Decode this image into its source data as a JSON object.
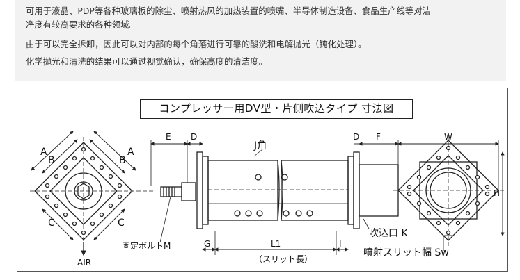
{
  "description": {
    "lines": [
      "可用于液晶、PDP等各种玻璃板的除尘、喷射热风的加热装置的喷嘴、半导体制造设备、食品生产线等对洁",
      "净度有较高要求的各种领域。",
      "由于可以完全拆卸，因此可以对内部的每个角落进行可靠的酸洗和电解抛光（钝化处理）。",
      "化学抛光和清洗的结果可以通过视觉确认，确保高度的清洁度。"
    ]
  },
  "diagram": {
    "title": "コンプレッサー用DV型・片側吹込タイプ 寸法図",
    "labels": {
      "A_left": "A",
      "B_left": "B",
      "C_left": "C",
      "A_right": "A",
      "B_right": "B",
      "C_right": "C",
      "E": "E",
      "D_left": "D",
      "J": "J角",
      "D_right": "D",
      "F": "F",
      "W": "W",
      "H": "H",
      "bolt": "固定ボルトM",
      "air": "AIR",
      "G": "G",
      "L1": "L1",
      "slit_length": "（スリット長）",
      "I": "I",
      "inlet": "吹込口 K",
      "slit_width": "噴射スリット幅 Sw"
    }
  }
}
